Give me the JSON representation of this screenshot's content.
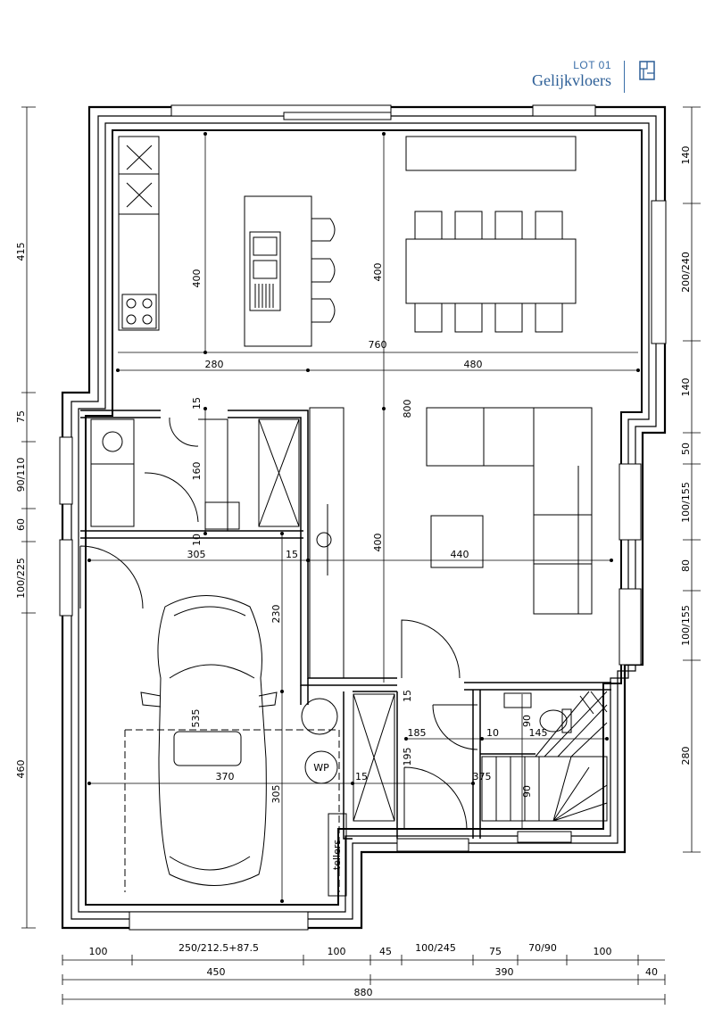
{
  "header": {
    "lot": "LOT 01",
    "floor": "Gelijkvloers",
    "accent_color": "#2d5f97",
    "icon": "floorplan-icon"
  },
  "labels": {
    "wp": "WP",
    "tellers": "tellers"
  },
  "dims_bottom": {
    "row1": [
      "100",
      "250/212.5+87.5",
      "100",
      "45",
      "100/245",
      "75",
      "70/90",
      "100"
    ],
    "row2": [
      "450",
      "390",
      "40"
    ],
    "row3": [
      "880"
    ]
  },
  "dims_left": [
    "415",
    "75",
    "90/110",
    "60",
    "100/225",
    "460"
  ],
  "dims_right": [
    "140",
    "200/240",
    "140",
    "50",
    "100/155",
    "80",
    "100/155",
    "280"
  ],
  "dims_inner": {
    "d400a": "400",
    "d400b": "400",
    "d760": "760",
    "d280": "280",
    "d480": "480",
    "d15a": "15",
    "d800": "800",
    "d160": "160",
    "d10a": "10",
    "d305a": "305",
    "d15b": "15",
    "d440": "440",
    "d400c": "400",
    "d230": "230",
    "d535": "535",
    "d15c": "15",
    "d185": "185",
    "d10b": "10",
    "d145": "145",
    "d90a": "90",
    "d195": "195",
    "d370": "370",
    "d15d": "15",
    "d375": "375",
    "d90b": "90",
    "d305b": "305"
  }
}
